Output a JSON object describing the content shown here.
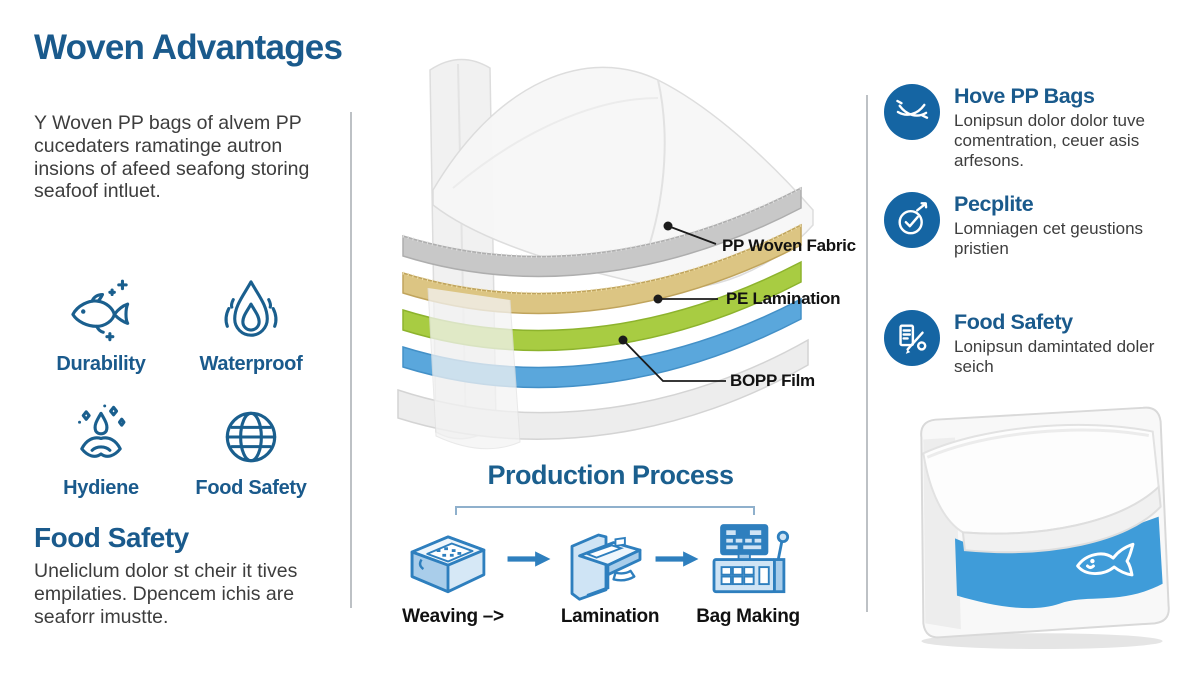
{
  "colors": {
    "heading_blue": "#1a5a8c",
    "icon_blue": "#1a5f8e",
    "circle_blue": "#1565a3",
    "process_blue": "#2e7fbe",
    "process_blue_dark": "#1b5f8e",
    "text_gray": "#3d3d3d",
    "divider_gray": "#9aa0a6",
    "layer_gray": "#c8c8c8",
    "layer_tan": "#dcc583",
    "layer_green": "#a8cc42",
    "layer_blue": "#5aa7dc",
    "band_blue": "#3f9cd9"
  },
  "left": {
    "title": "Woven Advantages",
    "intro": "Y Woven PP bags of alvem PP cucedaters ramatinge autron insions of afeed seafong storing seafoof intluet.",
    "features": [
      {
        "label": "Durability",
        "icon": "fish-icon"
      },
      {
        "label": "Waterproof",
        "icon": "waterdrop-flame-icon"
      },
      {
        "label": "Hydiene",
        "icon": "hygiene-sparkle-icon"
      },
      {
        "label": "Food Safety",
        "icon": "globe-icon"
      }
    ],
    "food_safety": {
      "heading": "Food Safety",
      "body": "Uneliclum dolor st cheir it tives empilaties. Dpencem ichis are seaforr imustte."
    }
  },
  "diagram": {
    "layer_labels": [
      {
        "text": "PP Woven Fabric"
      },
      {
        "text": "PE Lamination"
      },
      {
        "text": "BOPP Film"
      }
    ]
  },
  "process": {
    "title": "Production Process",
    "steps": [
      {
        "label": "Weaving –>",
        "icon": "weaving-machine-icon"
      },
      {
        "label": "Lamination",
        "icon": "lamination-machine-icon"
      },
      {
        "label": "Bag Making",
        "icon": "bag-making-machine-icon"
      }
    ]
  },
  "right": {
    "items": [
      {
        "heading": "Hove PP Bags",
        "body": "Lonipsun dolor dolor tuve comentration, ceuer asis arfesons.",
        "icon": "crossed-stitch-icon"
      },
      {
        "heading": "Pecplite",
        "body": "Lomniagen cet geustions pristien",
        "icon": "clock-check-icon"
      },
      {
        "heading": "Food Safety",
        "body": "Lonipsun damintated doler seich",
        "icon": "document-pencil-icon"
      }
    ]
  }
}
